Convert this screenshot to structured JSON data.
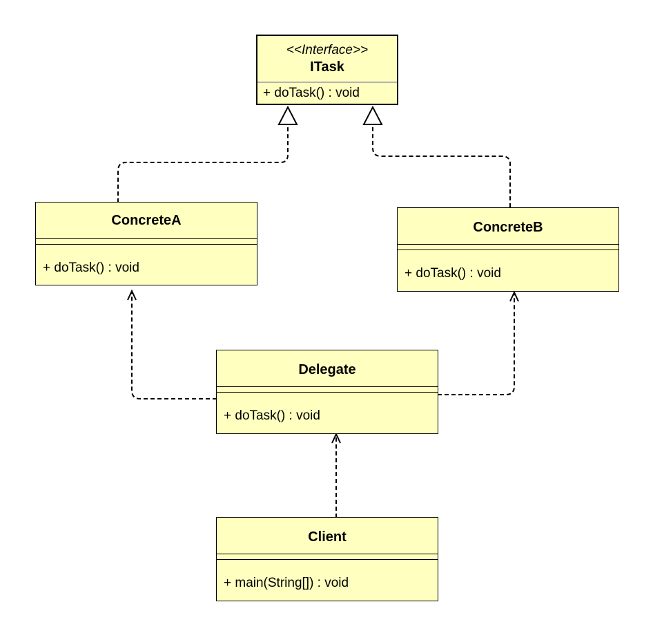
{
  "diagram": {
    "classes": {
      "itask": {
        "stereotype": "<<Interface>>",
        "name": "ITask",
        "method": "+ doTask() : void"
      },
      "concrete_a": {
        "name": "ConcreteA",
        "method": "+ doTask() : void"
      },
      "concrete_b": {
        "name": "ConcreteB",
        "method": "+ doTask() : void"
      },
      "delegate": {
        "name": "Delegate",
        "method": "+ doTask() : void"
      },
      "client": {
        "name": "Client",
        "method": "+ main(String[]) : void"
      }
    },
    "colors": {
      "class_fill": "#ffffc0",
      "stroke": "#000000"
    }
  }
}
